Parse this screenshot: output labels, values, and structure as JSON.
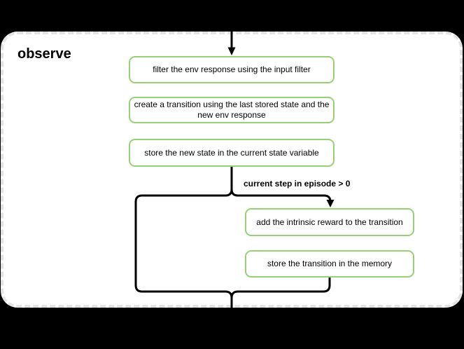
{
  "diagram": {
    "title": "observe",
    "nodes": [
      {
        "label": "filter the env response using the input filter"
      },
      {
        "label": "create a transition using the last stored state and the new env response"
      },
      {
        "label": "store the new state in the current state variable"
      },
      {
        "label": "add the intrinsic reward to the transition"
      },
      {
        "label": "store the transition in the memory"
      }
    ],
    "branch": {
      "condition_label": "current step in episode > 0"
    },
    "connectors": [
      {
        "from": "top-entry",
        "to": "node-1",
        "arrow": true
      },
      {
        "from": "node-3",
        "to": "node-4",
        "arrow": true,
        "label": "current step in episode > 0"
      },
      {
        "from": "node-3",
        "to": "bottom-exit",
        "arrow": false
      },
      {
        "from": "node-5",
        "to": "bottom-exit",
        "arrow": false
      }
    ],
    "colors": {
      "canvas_bg": "#000000",
      "panel_bg": "#ffffff",
      "panel_border": "#e3e3e3",
      "node_border": "#97d077",
      "node_bg": "#ffffff",
      "connector": "#000000",
      "text": "#000000"
    }
  }
}
